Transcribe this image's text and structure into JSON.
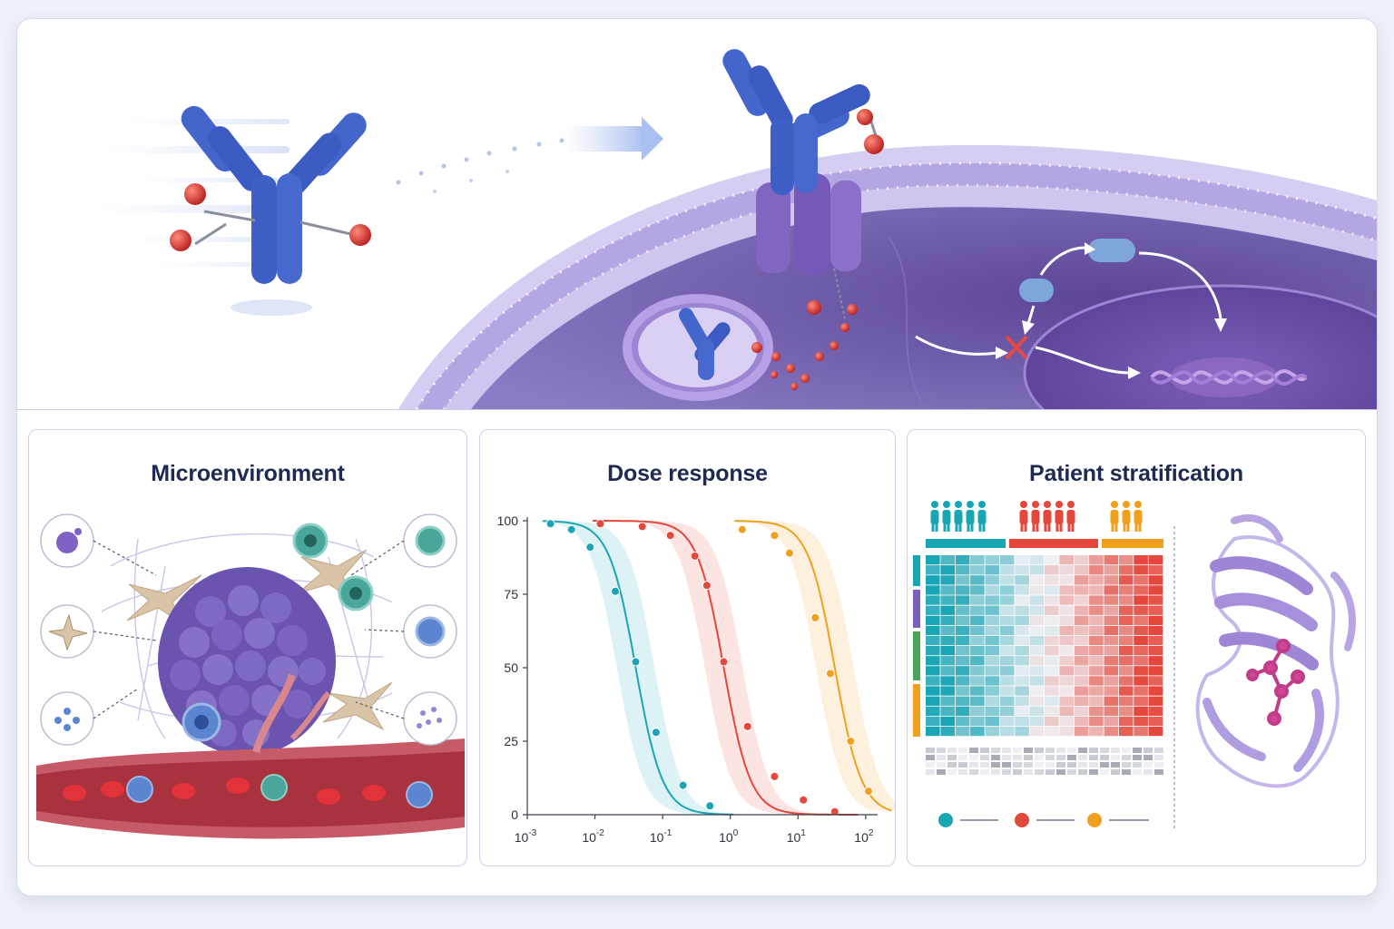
{
  "panels": {
    "microenvironment": {
      "title": "Microenvironment"
    },
    "dose_response": {
      "title": "Dose response"
    },
    "patient_stratification": {
      "title": "Patient stratification"
    }
  },
  "colors": {
    "antibody": "#3f63c9",
    "payload": "#d8312c",
    "membrane": "#b9aee6",
    "cytoplasm": "#6f5aa8",
    "series_teal": "#1aa5b5",
    "series_red": "#e4473b",
    "series_orange": "#f0a01c",
    "title_text": "#1f2a52"
  },
  "chart_data": {
    "type": "line",
    "title": "Dose response",
    "xscale": "log",
    "xlim": [
      0.001,
      150
    ],
    "ylim": [
      0,
      100
    ],
    "xticks": [
      0.001,
      0.01,
      0.1,
      1,
      10,
      100
    ],
    "xtick_labels": [
      {
        "base": "10",
        "exp": "-3"
      },
      {
        "base": "10",
        "exp": "-2"
      },
      {
        "base": "10",
        "exp": "-1"
      },
      {
        "base": "10",
        "exp": "0"
      },
      {
        "base": "10",
        "exp": "1"
      },
      {
        "base": "10",
        "exp": "2"
      }
    ],
    "yticks": [
      0,
      25,
      50,
      75,
      100
    ],
    "grid": false,
    "legend": "none",
    "series": [
      {
        "color": "#1aa5b5",
        "ec50": 0.04,
        "hill": 2.2,
        "x": [
          0.0022,
          0.0045,
          0.0085,
          0.02,
          0.04,
          0.08,
          0.2,
          0.5
        ],
        "y": [
          99,
          97,
          91,
          76,
          52,
          28,
          10,
          3
        ]
      },
      {
        "color": "#e4473b",
        "ec50": 0.8,
        "hill": 2.2,
        "x": [
          0.012,
          0.05,
          0.13,
          0.3,
          0.45,
          0.8,
          1.8,
          4.5,
          12,
          35
        ],
        "y": [
          99,
          98,
          95,
          88,
          78,
          52,
          30,
          13,
          5,
          1
        ]
      },
      {
        "color": "#f0a01c",
        "ec50": 35,
        "hill": 2.2,
        "x": [
          1.5,
          4.5,
          7.5,
          18,
          30,
          60,
          110
        ],
        "y": [
          97,
          95,
          89,
          67,
          48,
          25,
          8
        ]
      }
    ]
  }
}
